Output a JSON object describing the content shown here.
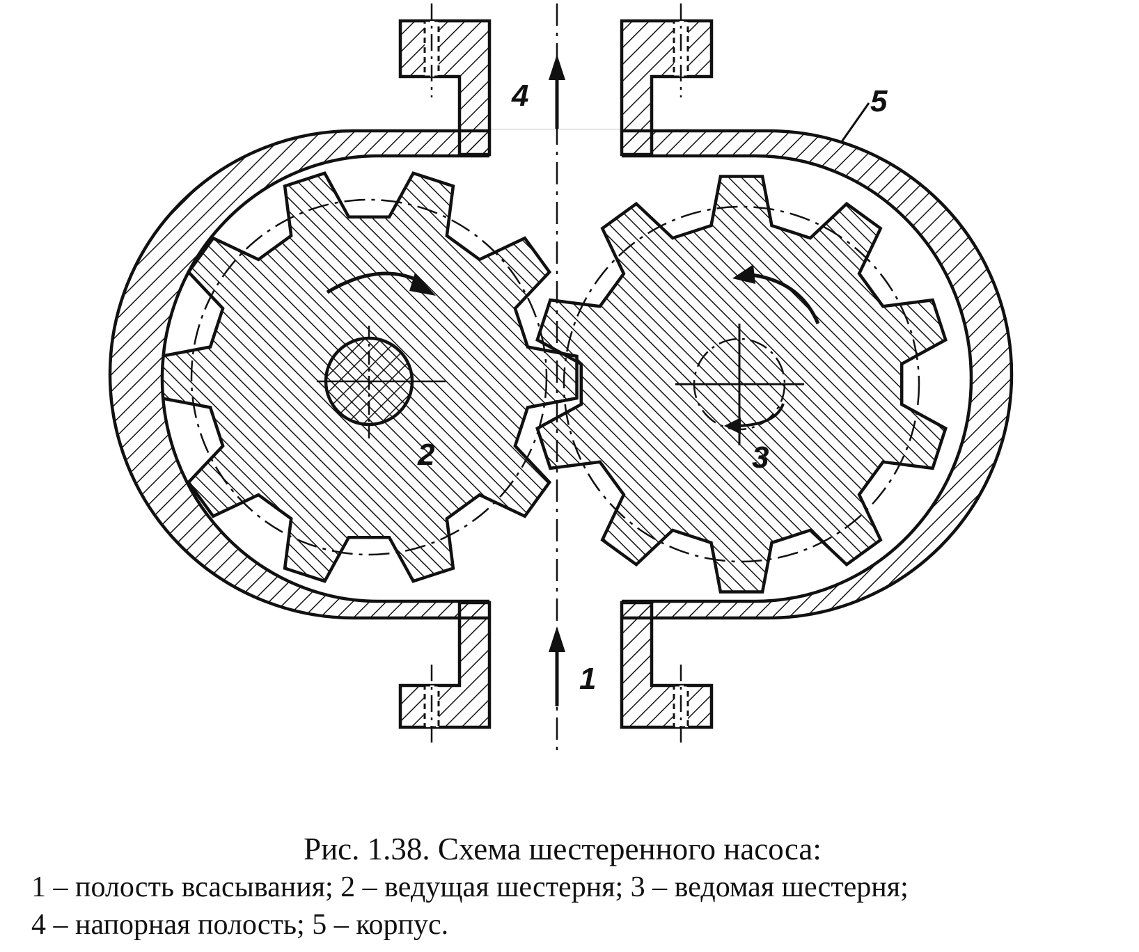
{
  "diagram": {
    "labels": {
      "suction": "1",
      "driving_gear": "2",
      "driven_gear": "3",
      "discharge": "4",
      "housing": "5"
    }
  },
  "caption": {
    "title": "Рис. 1.38. Схема шестеренного насоса:",
    "line1": "1 – полость всасывания; 2 – ведущая шестерня; 3 – ведомая шестерня;",
    "line2": "4 – напорная полость; 5 – корпус."
  },
  "colors": {
    "ink": "#111111",
    "paper": "#ffffff"
  }
}
